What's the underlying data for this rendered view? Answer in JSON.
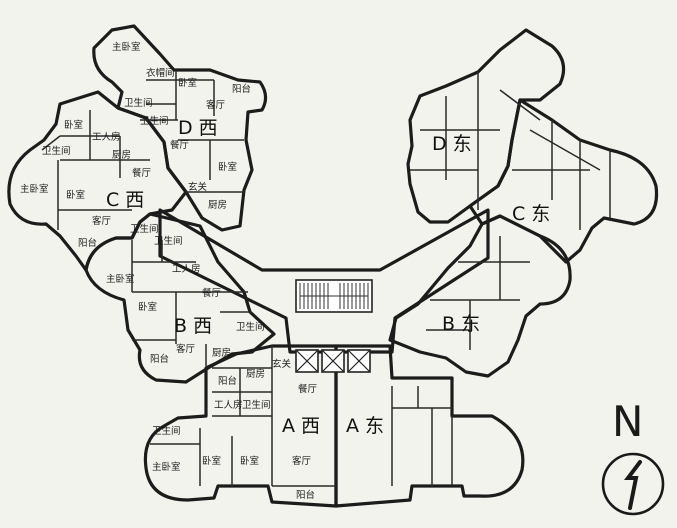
{
  "units": {
    "d_west": "D 西",
    "c_west": "C 西",
    "b_west": "B 西",
    "a_west": "A 西",
    "a_east": "A 东",
    "b_east": "B 东",
    "c_east": "C 东",
    "d_east": "D 东"
  },
  "rooms": {
    "dw_master_bedroom": "主卧室",
    "dw_coat_room": "衣帽间",
    "dw_bedroom_1": "卧室",
    "dw_balcony": "阳台",
    "dw_living": "客厅",
    "dw_bath_1": "卫生间",
    "dw_bath_2": "卫生间",
    "dw_dining": "餐厅",
    "dw_bedroom_2": "卧室",
    "dw_foyer": "玄关",
    "dw_kitchen": "厨房",
    "cw_bedroom_1": "卧室",
    "cw_maid": "工人房",
    "cw_bath": "卫生间",
    "cw_kitchen": "厨房",
    "cw_master_bedroom": "主卧室",
    "cw_dining": "餐厅",
    "cw_bedroom_2": "卧室",
    "cw_living": "客厅",
    "cw_balcony": "阳台",
    "bw_bath_1": "卫生间",
    "bw_bath_2": "卫生间",
    "bw_maid": "工人房",
    "bw_master_bedroom": "主卧室",
    "bw_dining": "餐厅",
    "bw_bedroom": "卧室",
    "bw_bath_3": "卫生间",
    "bw_living": "客厅",
    "bw_balcony": "阳台",
    "bw_kitchen": "厨房",
    "aw_foyer": "玄关",
    "aw_balcony_1": "阳台",
    "aw_kitchen": "厨房",
    "aw_dining": "餐厅",
    "aw_maid": "工人房",
    "aw_bath_1": "卫生间",
    "aw_bath_2": "卫生间",
    "aw_master_bedroom": "主卧室",
    "aw_bedroom_1": "卧室",
    "aw_bedroom_2": "卧室",
    "aw_living": "客厅",
    "aw_balcony_2": "阳台"
  },
  "compass": {
    "letter": "N"
  },
  "colors": {
    "background": "#f3f3ee",
    "unit_d_west": "#e3d6b2",
    "unit_c_west": "#e6d3c2",
    "unit_b_west": "#eeedc8",
    "unit_a_west": "#e4e1eb",
    "unit_a_east": "#eeeef0",
    "unit_b_east": "#ecebd4",
    "unit_c_east": "#f3f3f2",
    "unit_d_east": "#efefe2",
    "core": "#ffffff",
    "wall": "#1c1c1c"
  },
  "icons": [
    "stair-icon",
    "elevator-icon",
    "north-arrow-icon"
  ]
}
